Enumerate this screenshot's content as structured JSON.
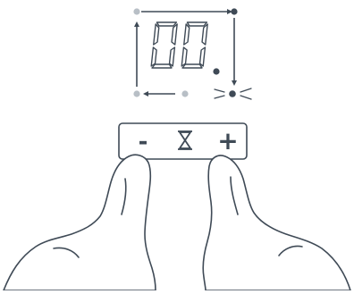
{
  "display": {
    "digits": "00",
    "segment_color": "#3f4a56",
    "dim_color": "#b8bfc6",
    "indicator_dots": [
      {
        "name": "top-left-dot",
        "state": "off"
      },
      {
        "name": "top-right-dot",
        "state": "on"
      },
      {
        "name": "decimal-dot",
        "state": "on"
      },
      {
        "name": "bottom-right-dot",
        "state": "blinking"
      },
      {
        "name": "bottom-left-dot",
        "state": "off"
      },
      {
        "name": "bottom-middle-dot",
        "state": "off"
      }
    ]
  },
  "control_panel": {
    "minus_label": "-",
    "timer_icon": "hourglass-icon",
    "plus_label": "+"
  },
  "hands": {
    "left": "index-finger-on-minus",
    "right": "index-finger-on-plus"
  }
}
